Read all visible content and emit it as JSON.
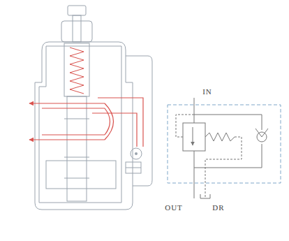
{
  "diagram": {
    "labels": [
      "IN",
      "OUT",
      "DR"
    ]
  }
}
